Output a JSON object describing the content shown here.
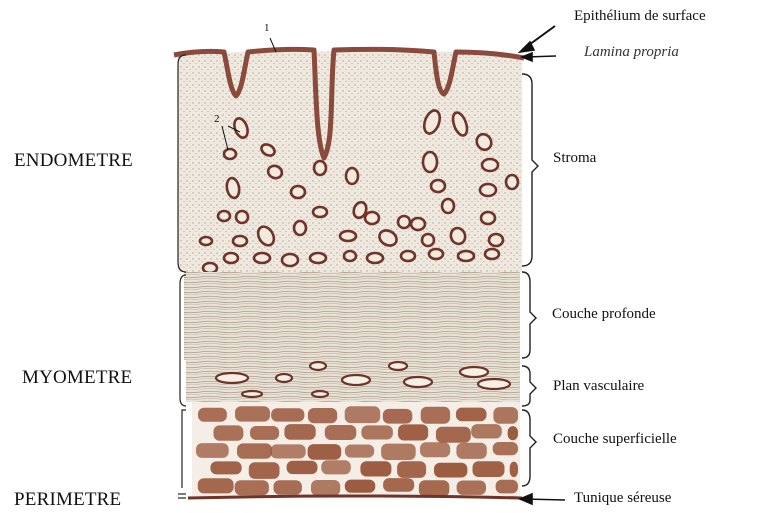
{
  "labels": {
    "sections": {
      "endometre": "ENDOMETRE",
      "myometre": "MYOMETRE",
      "perimetre": "PERIMETRE"
    },
    "layers": {
      "epithelium": "Epithélium de surface",
      "lamina": "Lamina propria",
      "stroma": "Stroma",
      "couche_profonde": "Couche profonde",
      "plan_vasculaire": "Plan vasculaire",
      "couche_superficielle": "Couche superficielle",
      "tunique_sereuse": "Tunique séreuse"
    },
    "markers": {
      "one": "1",
      "two": "2"
    }
  },
  "colors": {
    "epithelium": "#8a4a3c",
    "stroma_bg": "#ece6dc",
    "muscle_bg": "#e7e0d4",
    "superficial_cells": "#9b5a3e",
    "gland": "#6f3328",
    "ink": "#111111"
  }
}
